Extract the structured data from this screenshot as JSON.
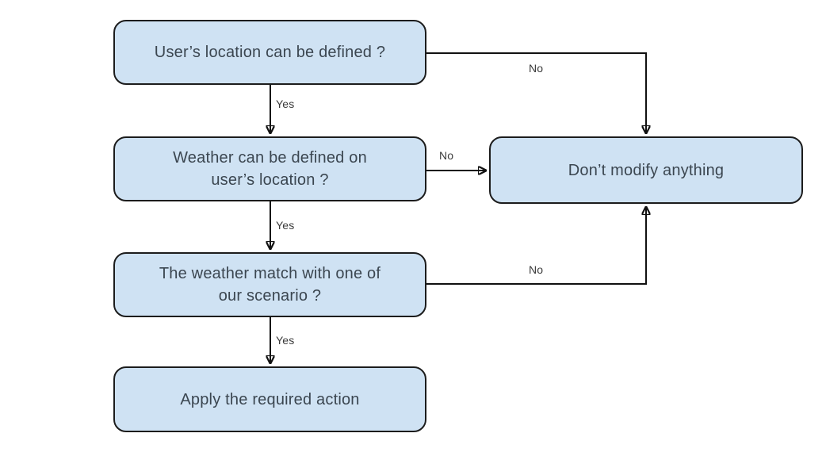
{
  "flowchart": {
    "nodes": {
      "user_location": {
        "label": "User’s location can be defined ?"
      },
      "weather_defined": {
        "label": "Weather can be defined on user’s location ?"
      },
      "weather_match": {
        "label": "The weather match with one of our scenario ?"
      },
      "apply_action": {
        "label": "Apply the required action"
      },
      "dont_modify": {
        "label": "Don’t modify anything"
      }
    },
    "edges": [
      {
        "from": "user_location",
        "to": "weather_defined",
        "label": "Yes"
      },
      {
        "from": "user_location",
        "to": "dont_modify",
        "label": "No"
      },
      {
        "from": "weather_defined",
        "to": "dont_modify",
        "label": "No"
      },
      {
        "from": "weather_defined",
        "to": "weather_match",
        "label": "Yes"
      },
      {
        "from": "weather_match",
        "to": "dont_modify",
        "label": "No"
      },
      {
        "from": "weather_match",
        "to": "apply_action",
        "label": "Yes"
      }
    ],
    "colors": {
      "background": "#ffffff",
      "node_fill": "#cfe2f3",
      "node_border": "#1c1c1c",
      "node_text": "#3b4650",
      "arrow": "#111111",
      "edge_label_text": "#3a3a3a"
    }
  }
}
